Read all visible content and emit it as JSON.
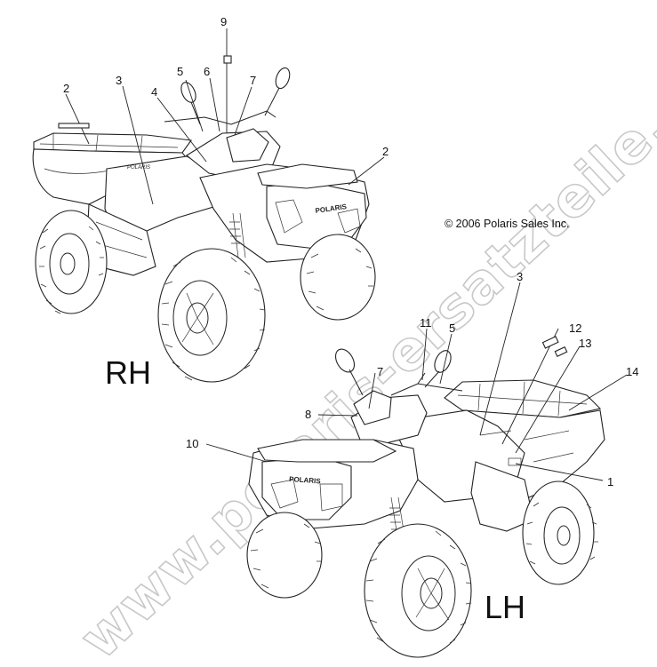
{
  "watermark": "www.polaris-ersatzteile.de",
  "copyright": "© 2006 Polaris Sales Inc.",
  "side_labels": {
    "right": "RH",
    "left": "LH"
  },
  "brand_marks": {
    "fender": "POLARIS",
    "front": "POLARIS"
  },
  "callouts_rh": [
    "9",
    "5",
    "6",
    "7",
    "2",
    "3",
    "4",
    "2"
  ],
  "callouts_lh": [
    "3",
    "11",
    "5",
    "12",
    "13",
    "7",
    "14",
    "8",
    "10",
    "1"
  ]
}
